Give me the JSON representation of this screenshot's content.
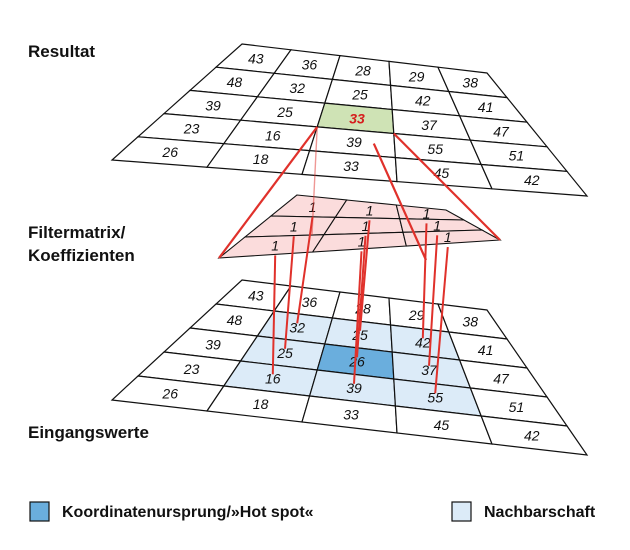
{
  "labels": {
    "result": "Resultat",
    "filter_line1": "Filtermatrix/",
    "filter_line2": "Koeffizienten",
    "input": "Eingangswerte"
  },
  "legend": {
    "hotspot": "Koordinatenursprung/»Hot spot«",
    "neighborhood": "Nachbarschaft"
  },
  "colors": {
    "hotspot": "#6aaedd",
    "neighborhood": "#dcebf8",
    "result_highlight": "#cfe3b5",
    "filter_fill": "#fbdcdc",
    "connector": "#e0312b",
    "hot_value": "#d61e1e"
  },
  "result_grid": [
    [
      "43",
      "36",
      "28",
      "29",
      "38"
    ],
    [
      "48",
      "32",
      "25",
      "42",
      "41"
    ],
    [
      "39",
      "25",
      "33",
      "37",
      "47"
    ],
    [
      "23",
      "16",
      "39",
      "55",
      "51"
    ],
    [
      "26",
      "18",
      "33",
      "45",
      "42"
    ]
  ],
  "result_hot_cell": [
    2,
    2
  ],
  "filter_grid": [
    [
      "1",
      "1",
      "1"
    ],
    [
      "1",
      "1",
      "1"
    ],
    [
      "1",
      "1",
      "1"
    ]
  ],
  "input_grid": [
    [
      "43",
      "36",
      "28",
      "29",
      "38"
    ],
    [
      "48",
      "32",
      "25",
      "42",
      "41"
    ],
    [
      "39",
      "25",
      "26",
      "37",
      "47"
    ],
    [
      "23",
      "16",
      "39",
      "55",
      "51"
    ],
    [
      "26",
      "18",
      "33",
      "45",
      "42"
    ]
  ],
  "input_hot_cell": [
    2,
    2
  ]
}
